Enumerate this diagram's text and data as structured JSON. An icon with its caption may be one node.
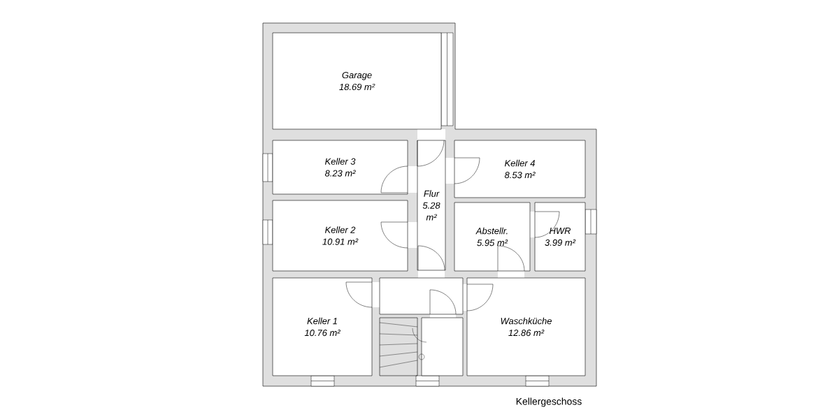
{
  "diagram": {
    "caption": "Kellergeschoss",
    "nodes": [
      {
        "text": [
          "Garage",
          "18.69 m²"
        ]
      },
      {
        "text": [
          "Keller 3",
          "8.23 m²"
        ]
      },
      {
        "text": [
          "Flur",
          "5.28 m²"
        ]
      },
      {
        "text": [
          "Keller 4",
          "8.53 m²"
        ]
      },
      {
        "text": [
          "Keller 2",
          "10.91 m²"
        ]
      },
      {
        "text": [
          "Abstellr.",
          "5.95 m²"
        ]
      },
      {
        "text": [
          "HWR",
          "3.99 m²"
        ]
      },
      {
        "text": [
          "Keller 1",
          "10.76 m²"
        ]
      },
      {
        "text": [],
        "shape": "box"
      },
      {
        "text": [
          "Waschküche",
          "12.86 m²"
        ]
      },
      {
        "text": [],
        "shape": "box"
      }
    ]
  }
}
